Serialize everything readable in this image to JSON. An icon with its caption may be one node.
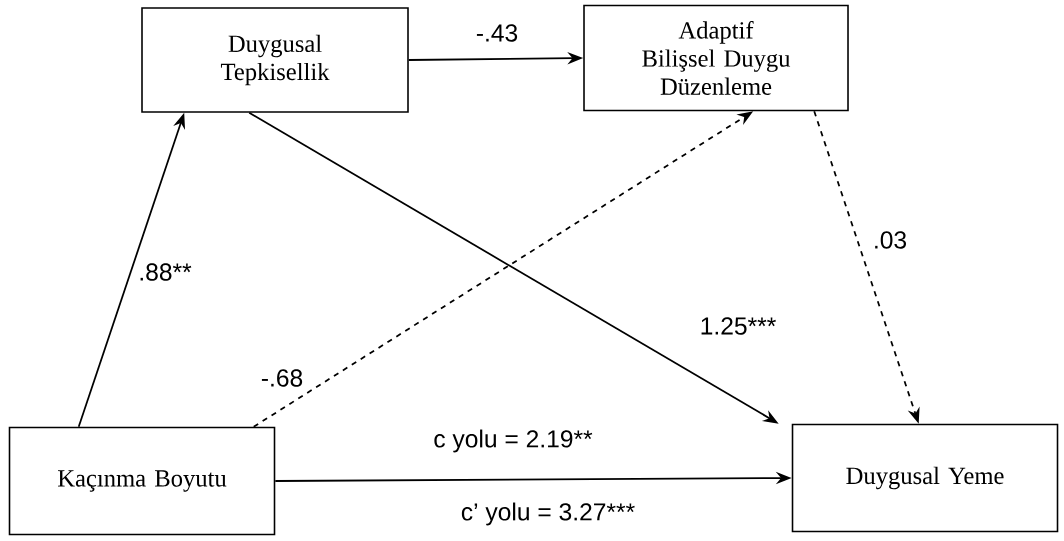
{
  "diagram": {
    "nodes": [
      {
        "text": [
          "Duygusal Tepkisellik"
        ]
      },
      {
        "text": [
          "Adaptif Bilişsel Duygu Düzenleme"
        ]
      },
      {
        "text": [
          "Kaçınma Boyutu"
        ]
      },
      {
        "text": [
          "Duygusal Yeme"
        ]
      }
    ],
    "edges": [
      {
        "from": 0,
        "to": 1,
        "arrow": "to",
        "label": "-.43"
      },
      {
        "from": 2,
        "to": 0,
        "arrow": "to",
        "label": ".88**"
      },
      {
        "from": 2,
        "to": 1,
        "arrow": "to",
        "label": "-.68",
        "style": "dashed"
      },
      {
        "from": 0,
        "to": 3,
        "arrow": "to",
        "label": "1.25***"
      },
      {
        "from": 1,
        "to": 3,
        "arrow": "to",
        "label": ".03",
        "style": "dashed"
      },
      {
        "from": 2,
        "to": 3,
        "arrow": "to",
        "label": "c yolu = 2.19**"
      }
    ],
    "labels": [
      "c’ yolu = 3.27***"
    ]
  }
}
